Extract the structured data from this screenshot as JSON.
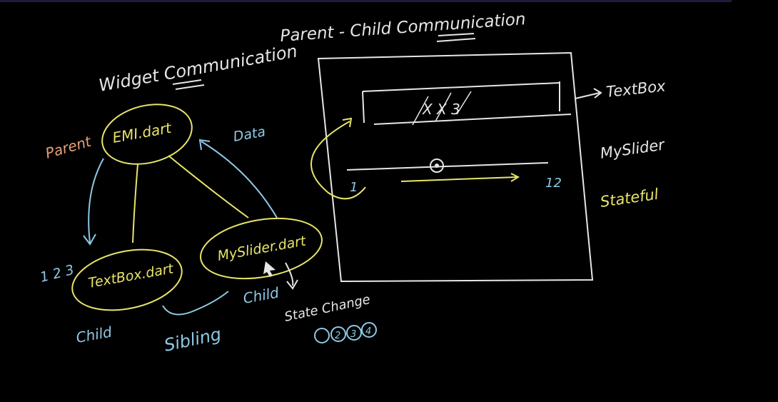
{
  "colors": {
    "background": "#000000",
    "chalk_white": "#e6e6e6",
    "chalk_yellow": "#e8e46a",
    "chalk_blue": "#8ec9e6",
    "chalk_orange": "#e8a07a"
  },
  "titles": {
    "widget_communication": "Widget Communication",
    "parent_child_communication": "Parent - Child Communication"
  },
  "left_diagram": {
    "parent_label": "Parent",
    "root_node": "EMI.dart",
    "data_label": "Data",
    "child_node_1": "TextBox.dart",
    "child_node_2": "MySlider.dart",
    "values_label": "1 2 3",
    "child_label_1": "Child",
    "child_label_2": "Child",
    "sibling_label": "Sibling",
    "state_change_label": "State Change",
    "state_change_values": [
      "2",
      "3",
      "4"
    ]
  },
  "right_diagram": {
    "textbox_content": "X X 3",
    "textbox_label": "TextBox",
    "slider_min": "1",
    "slider_max": "12",
    "slider_label": "MySlider",
    "stateful_label": "Stateful"
  }
}
